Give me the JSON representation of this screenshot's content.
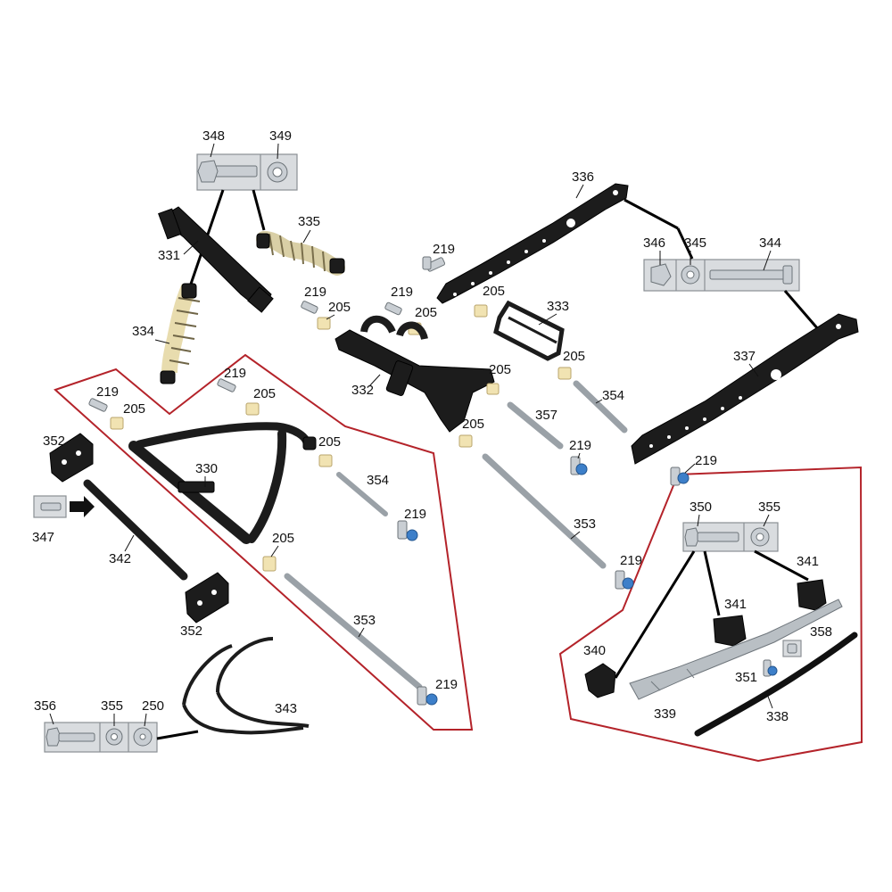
{
  "colors": {
    "group_outline": "#b4232a",
    "black_part": "#1c1c1c",
    "bushing": "#f1e3b2",
    "steel": "#b9bfc4",
    "blue_cap": "#3d7fc9",
    "box_fill": "#d9dcdf"
  },
  "labels": {
    "l348": "348",
    "l349": "349",
    "l335": "335",
    "l331": "331",
    "l334": "334",
    "l336": "336",
    "l219_top": "219",
    "l346": "346",
    "l345": "345",
    "l344": "344",
    "l219_a": "219",
    "l205_a": "205",
    "l219_b": "219",
    "l205_b": "205",
    "l205_c": "205",
    "l333": "333",
    "l332": "332",
    "l205_d": "205",
    "l205_e": "205",
    "l354_r": "354",
    "l337": "337",
    "l357": "357",
    "l205_f": "205",
    "l219_c": "219",
    "l219_d": "219",
    "l219_e": "219",
    "l205_g": "205",
    "l219_f": "219",
    "l205_h": "205",
    "l352_top": "352",
    "l330": "330",
    "l205_i": "205",
    "l354_l": "354",
    "l219_g": "219",
    "l347": "347",
    "l342": "342",
    "l205_j": "205",
    "l353_c": "353",
    "l219_h": "219",
    "l352_bot": "352",
    "l353_l": "353",
    "l219_i": "219",
    "l350": "350",
    "l355_r": "355",
    "l341_a": "341",
    "l341_b": "341",
    "l340": "340",
    "l358": "358",
    "l351": "351",
    "l339": "339",
    "l338": "338",
    "l356": "356",
    "l355_b": "355",
    "l250": "250",
    "l343": "343"
  }
}
